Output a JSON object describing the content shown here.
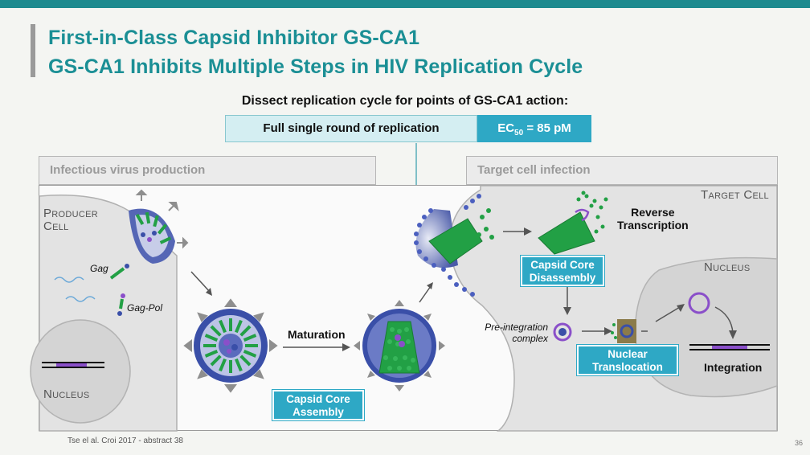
{
  "slide": {
    "title_line1": "First-in-Class Capsid Inhibitor GS-CA1",
    "title_line2": "GS-CA1 Inhibits Multiple Steps in HIV Replication Cycle",
    "dissect_heading": "Dissect replication cycle for points of GS-CA1 action:",
    "full_round_label": "Full single round of replication",
    "ec50": {
      "prefix": "EC",
      "subscript": "50",
      "value": " = 85 pM"
    },
    "panel_left": "Infectious virus production",
    "panel_right": "Target cell infection",
    "citation": "Tse el al. Croi 2017 - abstract 38",
    "page_number": "36"
  },
  "diagram": {
    "producer_cell_line1": "Producer",
    "producer_cell_line2": "Cell",
    "target_cell": "Target Cell",
    "nucleus_left": "Nucleus",
    "nucleus_right": "Nucleus",
    "gag": "Gag",
    "gag_pol": "Gag-Pol",
    "maturation": "Maturation",
    "capsid_core_assembly_line1": "Capsid Core",
    "capsid_core_assembly_line2": "Assembly",
    "capsid_core_disassembly_line1": "Capsid Core",
    "capsid_core_disassembly_line2": "Disassembly",
    "reverse_transcription_line1": "Reverse",
    "reverse_transcription_line2": "Transcription",
    "preintegration_line1": "Pre-integration",
    "preintegration_line2": "complex",
    "nuclear_translocation_line1": "Nuclear",
    "nuclear_translocation_line2": "Translocation",
    "integration": "Integration"
  },
  "colors": {
    "title": "#1b8f95",
    "accent_box": "#2ea8c5",
    "capsid_green": "#22a045",
    "virion_blue": "#3a4fa8",
    "rna_purple": "#8a4fc9"
  }
}
